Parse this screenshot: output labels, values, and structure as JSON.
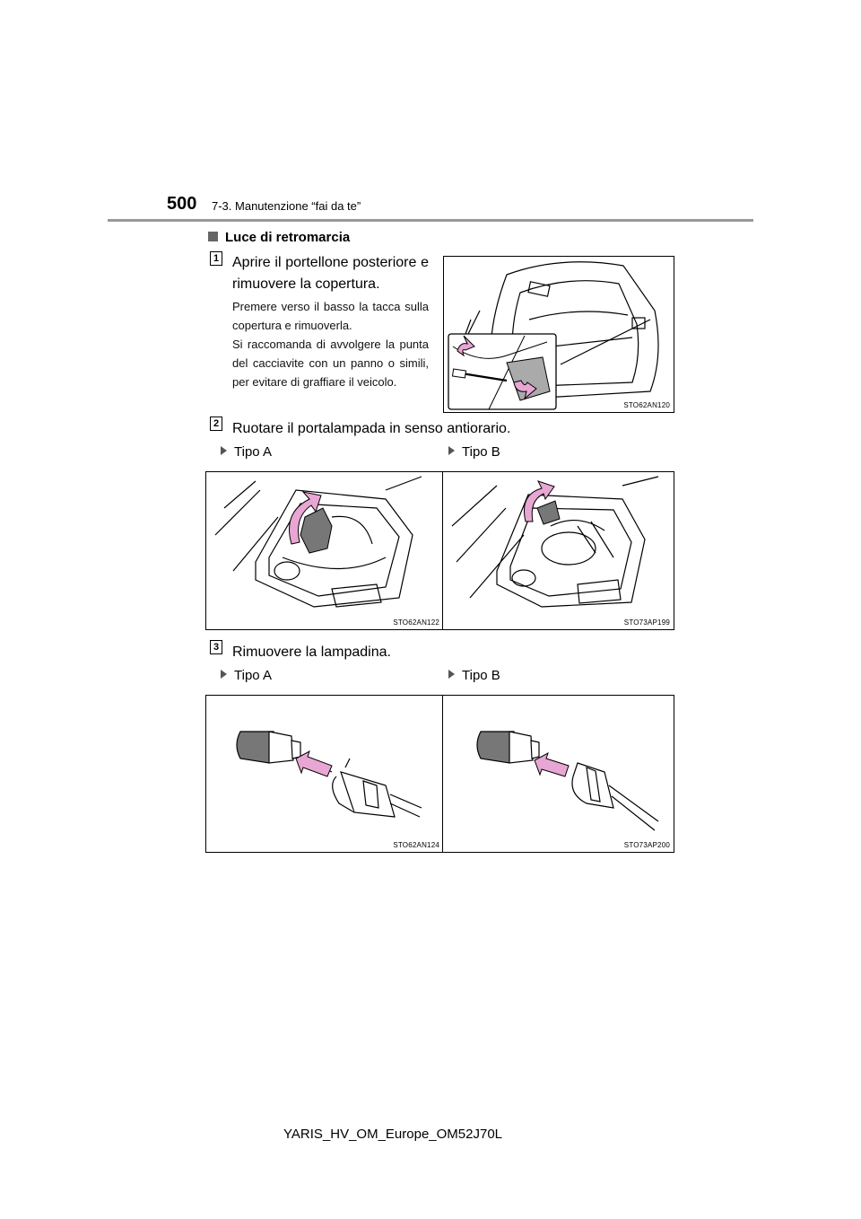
{
  "header": {
    "page_number": "500",
    "section": "7-3. Manutenzione “fai da te”"
  },
  "heading": "Luce di retromarcia",
  "steps": [
    {
      "number": "1",
      "text": "Aprire il portellone posteriore e rimuovere la copertura.",
      "notes": [
        "Premere verso il basso la tacca sulla copertura e rimuoverla.",
        "Si raccomanda di avvolgere la punta del cacciavite con un panno o simili, per evitare di graffiare il veicolo."
      ],
      "figure_code": "STO62AN120"
    },
    {
      "number": "2",
      "text": "Ruotare il portalampada in senso antiorario.",
      "type_a_label": "Tipo A",
      "type_b_label": "Tipo B",
      "figure_a_code": "STO62AN122",
      "figure_b_code": "STO73AP199"
    },
    {
      "number": "3",
      "text": "Rimuovere la lampadina.",
      "type_a_label": "Tipo A",
      "type_b_label": "Tipo B",
      "figure_a_code": "STO62AN124",
      "figure_b_code": "STO73AP200"
    }
  ],
  "footer": "YARIS_HV_OM_Europe_OM52J70L",
  "colors": {
    "arrow_fill": "#e8a6d4",
    "rule": "#999999"
  }
}
